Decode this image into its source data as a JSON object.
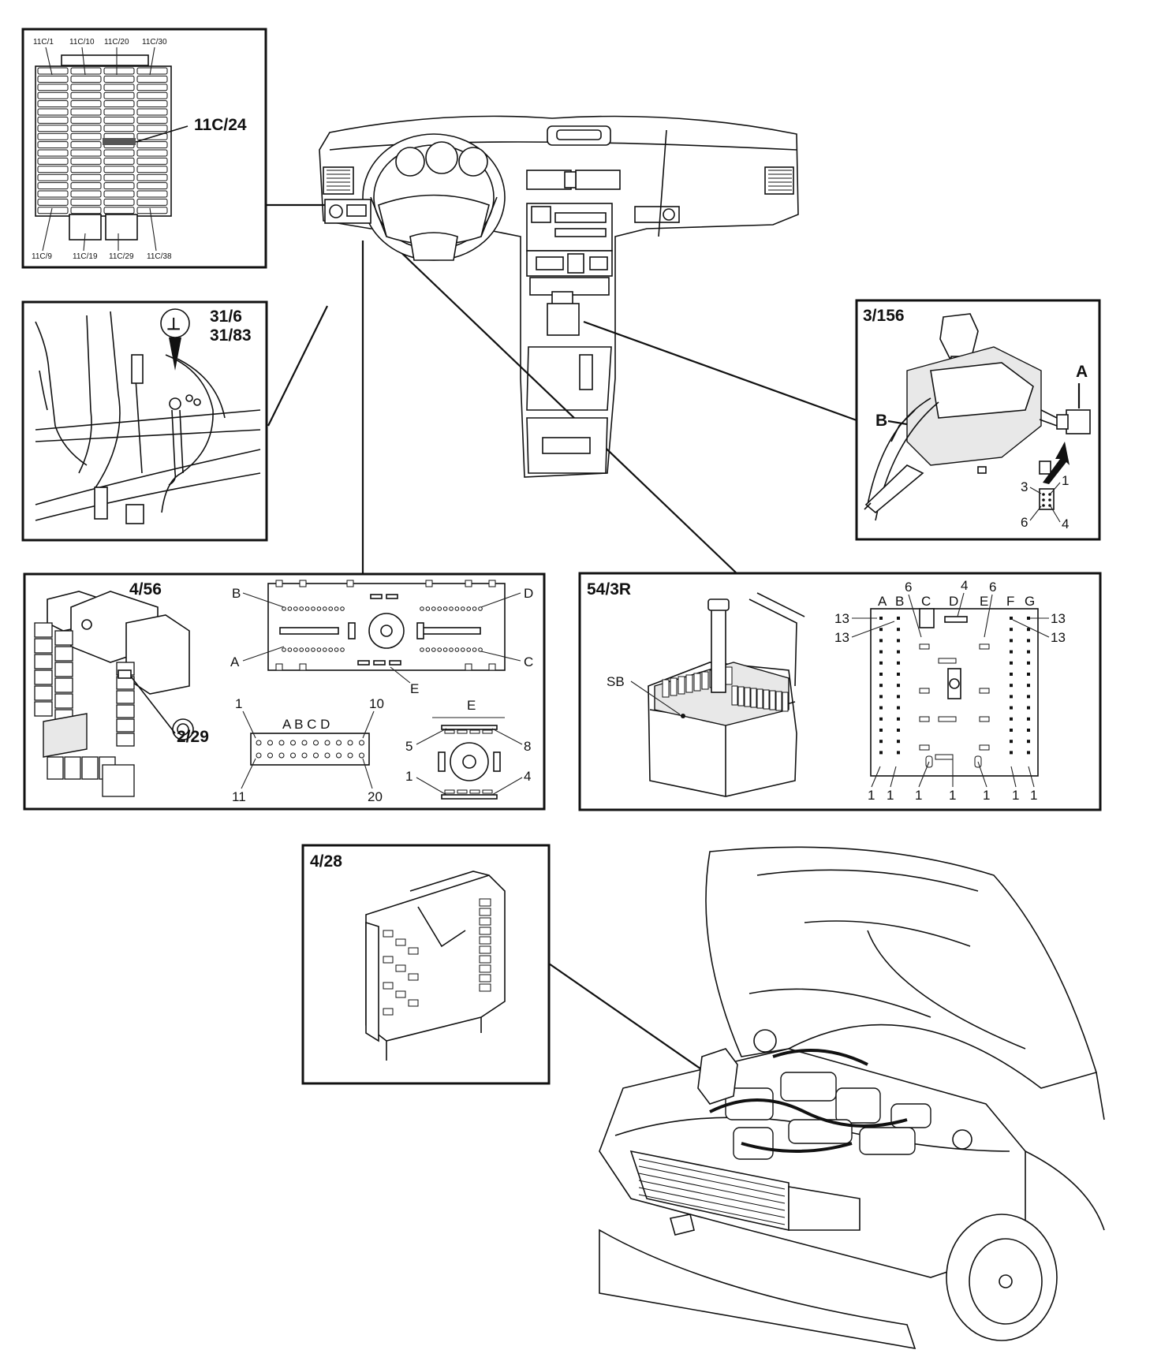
{
  "panels": {
    "fuse_box": {
      "callout": "11C/24",
      "top_labels": [
        "11C/1",
        "11C/10",
        "11C/20",
        "11C/30"
      ],
      "bottom_labels": [
        "11C/9",
        "11C/19",
        "11C/29",
        "11C/38"
      ]
    },
    "ground": {
      "symbol": "⊥",
      "label_1": "31/6",
      "label_2": "31/83"
    },
    "gear_selector": {
      "title": "3/156",
      "label_a": "A",
      "label_b": "B",
      "pins": [
        "3",
        "1",
        "6",
        "4"
      ]
    },
    "cem": {
      "title": "4/56",
      "callout": "2/29",
      "connector_labels": {
        "b": "B",
        "d": "D",
        "a": "A",
        "c": "C",
        "e": "E"
      },
      "pin_block": {
        "header": "A B C D",
        "p1": "1",
        "p10": "10",
        "p11": "11",
        "p20": "20"
      },
      "e_block": {
        "header": "E",
        "p5": "5",
        "p8": "8",
        "p1": "1",
        "p4": "4"
      }
    },
    "socket_box": {
      "title": "54/3R",
      "sb_label": "SB",
      "columns": [
        "A",
        "B",
        "C",
        "D",
        "E",
        "F",
        "G"
      ],
      "top_numbers": [
        "6",
        "4",
        "6"
      ],
      "side_left": [
        "13",
        "13"
      ],
      "side_right": [
        "13",
        "13"
      ],
      "bottom_numbers": [
        "1",
        "1",
        "1",
        "1",
        "1",
        "1",
        "1"
      ]
    },
    "ecm": {
      "title": "4/28"
    }
  }
}
